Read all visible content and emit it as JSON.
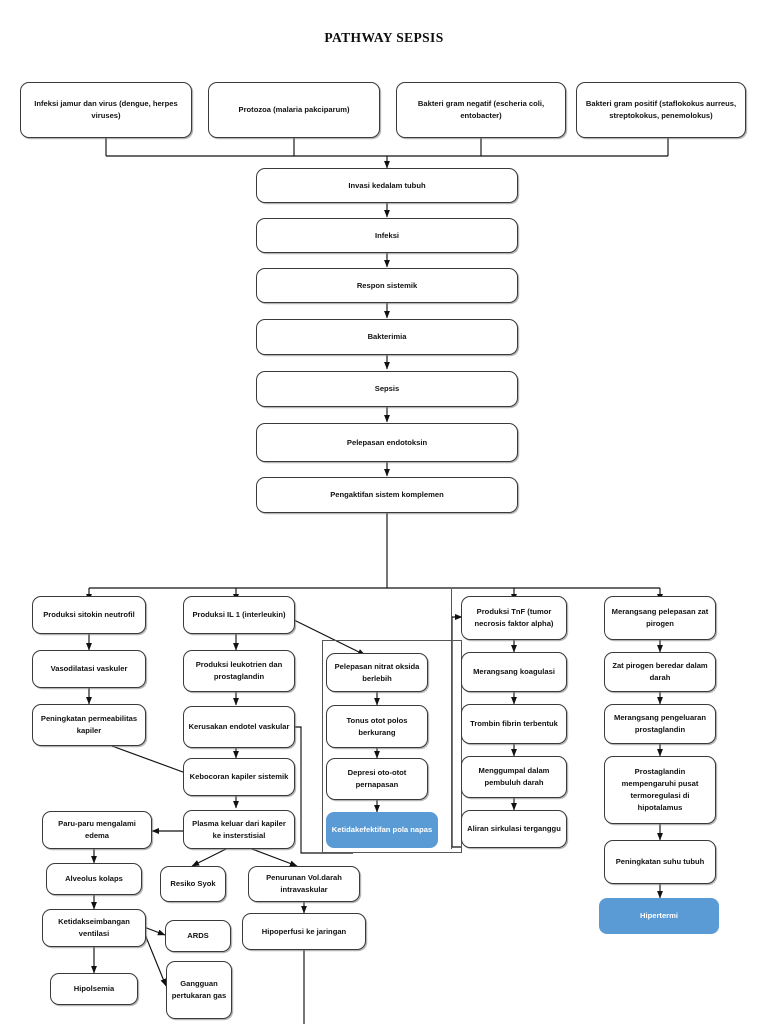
{
  "title": "PATHWAY SEPSIS",
  "colors": {
    "accent_blue": "#5B9BD5",
    "box_border": "#3A3A3A",
    "background": "#FFFFFF",
    "text": "#111111"
  },
  "diagram": {
    "type": "flowchart",
    "orientation": "top-down",
    "causes": [
      {
        "id": "cause1",
        "label": "Infeksi jamur dan virus (dengue, herpes viruses)"
      },
      {
        "id": "cause2",
        "label": "Protozoa (malaria pakciparum)"
      },
      {
        "id": "cause3",
        "label": "Bakteri gram negatif (escheria coli, entobacter)"
      },
      {
        "id": "cause4",
        "label": "Bakteri gram positif (staflokokus aurreus, streptokokus, penemolokus)"
      }
    ],
    "spine": [
      {
        "id": "spine1",
        "label": "Invasi kedalam tubuh"
      },
      {
        "id": "spine2",
        "label": "Infeksi"
      },
      {
        "id": "spine3",
        "label": "Respon sistemik"
      },
      {
        "id": "spine4",
        "label": "Bakterimia"
      },
      {
        "id": "spine5",
        "label": "Sepsis"
      },
      {
        "id": "spine6",
        "label": "Pelepasan endotoksin"
      },
      {
        "id": "spine7",
        "label": "Pengaktifan sistem komplemen"
      }
    ],
    "branch_sitokin": [
      {
        "id": "b1n1",
        "label": "Produksi sitokin neutrofil"
      },
      {
        "id": "b1n2",
        "label": "Vasodilatasi vaskuler"
      },
      {
        "id": "b1n3",
        "label": "Peningkatan permeabilitas kapiler"
      }
    ],
    "branch_il1": [
      {
        "id": "b2n1",
        "label": "Produksi IL 1 (interleukin)"
      },
      {
        "id": "b2n2",
        "label": "Produksi leukotrien dan prostaglandin"
      },
      {
        "id": "b2n3",
        "label": "Kerusakan endotel vaskular"
      },
      {
        "id": "b2n4",
        "label": "Kebocoran kapiler sistemik"
      },
      {
        "id": "b2n5",
        "label": "Plasma keluar dari kapiler ke insterstisial"
      }
    ],
    "branch_nitrat": [
      {
        "id": "b3n1",
        "label": "Pelepasan nitrat oksida berlebih"
      },
      {
        "id": "b3n2",
        "label": "Tonus otot polos berkurang"
      },
      {
        "id": "b3n3",
        "label": "Depresi oto-otot pernapasan"
      },
      {
        "id": "b3n4",
        "label": "Ketidakefektifan pola napas",
        "style": "blue"
      }
    ],
    "branch_tnf": [
      {
        "id": "b4n1",
        "label": "Produksi TnF (tumor necrosis faktor alpha)"
      },
      {
        "id": "b4n2",
        "label": "Merangsang koagulasi"
      },
      {
        "id": "b4n3",
        "label": "Trombin fibrin terbentuk"
      },
      {
        "id": "b4n4",
        "label": "Menggumpal dalam pembuluh darah"
      },
      {
        "id": "b4n5",
        "label": "Aliran sirkulasi terganggu"
      }
    ],
    "branch_pirogen": [
      {
        "id": "b5n1",
        "label": "Merangsang pelepasan zat pirogen"
      },
      {
        "id": "b5n2",
        "label": "Zat pirogen beredar dalam darah"
      },
      {
        "id": "b5n3",
        "label": "Merangsang pengeluaran prostaglandin"
      },
      {
        "id": "b5n4",
        "label": "Prostaglandin mempengaruhi pusat termoregulasi di hipotalamus"
      },
      {
        "id": "b5n5",
        "label": "Peningkatan suhu tubuh"
      },
      {
        "id": "b5n6",
        "label": "Hipertermi",
        "style": "blue"
      }
    ],
    "lung_chain": [
      {
        "id": "l1",
        "label": "Paru-paru mengalami edema"
      },
      {
        "id": "l2",
        "label": "Alveolus kolaps"
      },
      {
        "id": "l3",
        "label": "Ketidakseimbangan ventilasi"
      },
      {
        "id": "l4",
        "label": "Hipolsemia"
      },
      {
        "id": "l5",
        "label": "ARDS"
      },
      {
        "id": "l6",
        "label": "Gangguan pertukaran gas"
      }
    ],
    "shock_chain": [
      {
        "id": "s1",
        "label": "Resiko Syok"
      },
      {
        "id": "s2",
        "label": "Penurunan Vol.darah intravaskular"
      },
      {
        "id": "s3",
        "label": "Hipoperfusi ke jaringan"
      }
    ]
  }
}
